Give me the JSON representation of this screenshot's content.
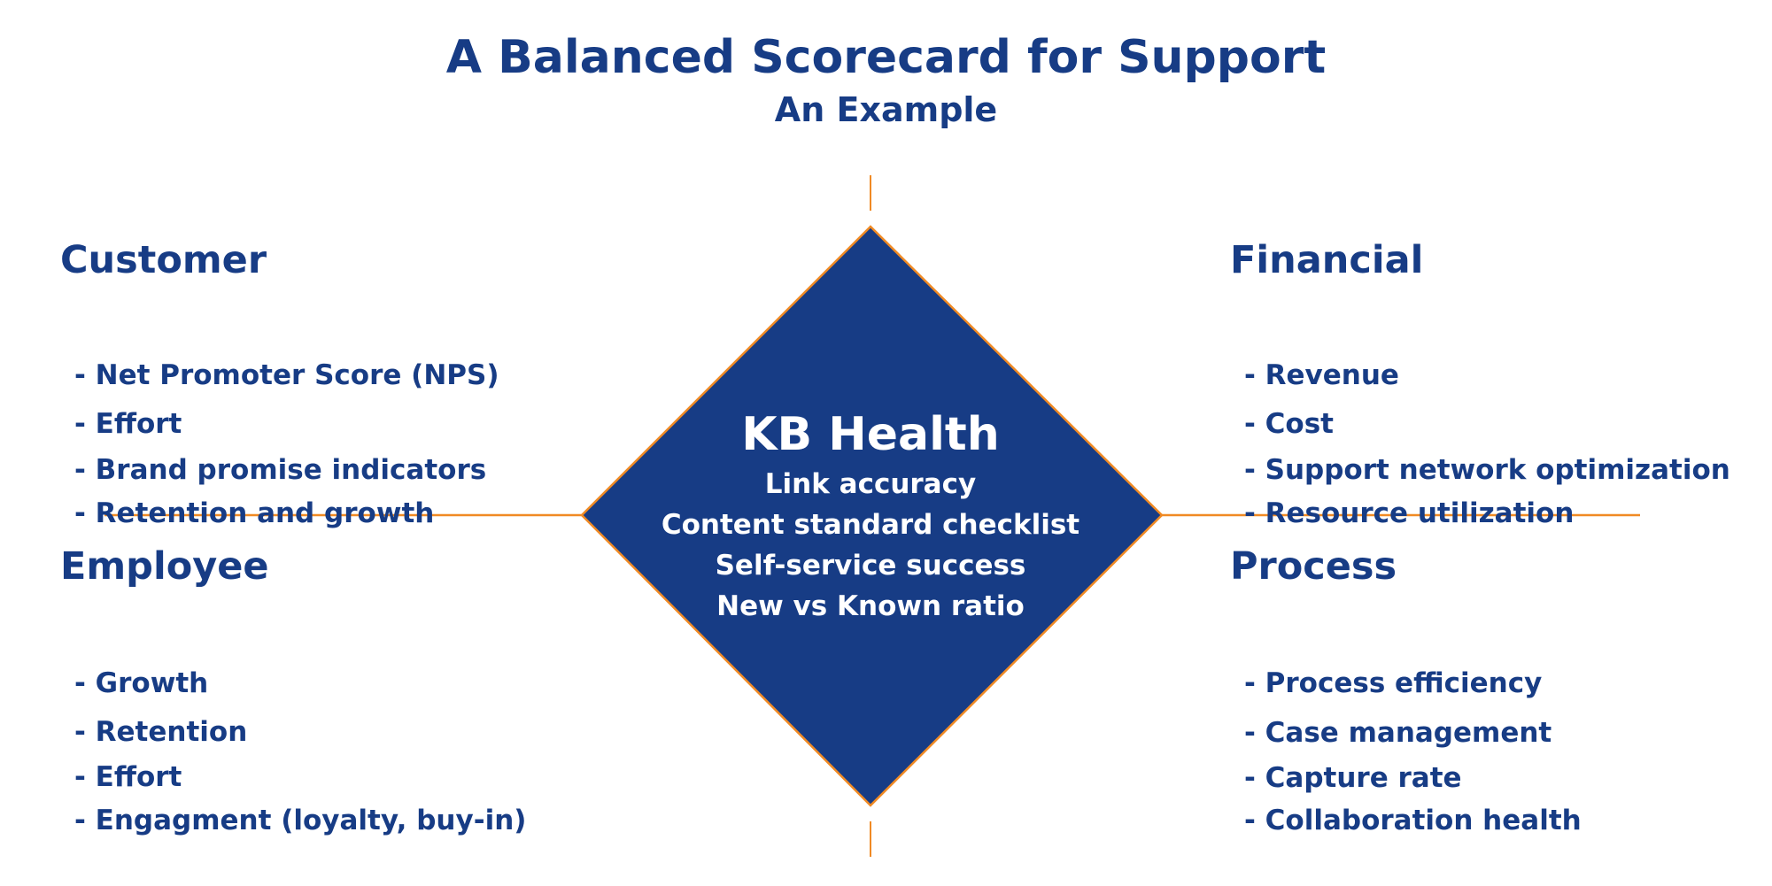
{
  "title": "A Balanced Scorecard for Support",
  "subtitle": "An Example",
  "colors": {
    "navy": "#173c85",
    "orange": "#f08a24",
    "white": "#ffffff"
  },
  "center": {
    "title": "KB Health",
    "items": [
      "Link accuracy",
      "Content standard checklist",
      "Self-service success",
      "New vs Known ratio"
    ]
  },
  "quadrants": {
    "customer": {
      "heading": "Customer",
      "items": [
        "- Net Promoter Score (NPS)",
        "- Effort",
        "- Brand promise indicators",
        "- Retention and growth"
      ]
    },
    "financial": {
      "heading": "Financial",
      "items": [
        "- Revenue",
        "- Cost",
        "- Support network optimization",
        "- Resource utilization"
      ]
    },
    "employee": {
      "heading": "Employee",
      "items": [
        "- Growth",
        "- Retention",
        "- Effort",
        "- Engagment (loyalty, buy-in)"
      ]
    },
    "process": {
      "heading": "Process",
      "items": [
        "- Process efficiency",
        "- Case management",
        "- Capture rate",
        "- Collaboration health"
      ]
    }
  }
}
